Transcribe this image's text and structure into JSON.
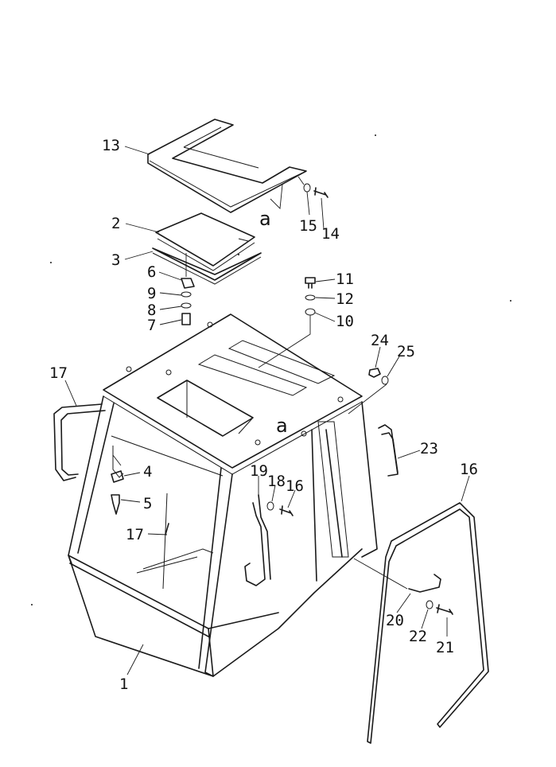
{
  "callouts": [
    {
      "id": "c13",
      "text": "13"
    },
    {
      "id": "c2",
      "text": "2"
    },
    {
      "id": "c3",
      "text": "3"
    },
    {
      "id": "c6",
      "text": "6"
    },
    {
      "id": "c9",
      "text": "9"
    },
    {
      "id": "c8",
      "text": "8"
    },
    {
      "id": "c7",
      "text": "7"
    },
    {
      "id": "c15",
      "text": "15"
    },
    {
      "id": "c14",
      "text": "14"
    },
    {
      "id": "c11",
      "text": "11"
    },
    {
      "id": "c12",
      "text": "12"
    },
    {
      "id": "c10",
      "text": "10"
    },
    {
      "id": "c24",
      "text": "24"
    },
    {
      "id": "c25",
      "text": "25"
    },
    {
      "id": "c17a",
      "text": "17"
    },
    {
      "id": "c23",
      "text": "23"
    },
    {
      "id": "c16a",
      "text": "16"
    },
    {
      "id": "c4",
      "text": "4"
    },
    {
      "id": "c5",
      "text": "5"
    },
    {
      "id": "c17b",
      "text": "17"
    },
    {
      "id": "c19",
      "text": "19"
    },
    {
      "id": "c18",
      "text": "18"
    },
    {
      "id": "c16b",
      "text": "16"
    },
    {
      "id": "c20",
      "text": "20"
    },
    {
      "id": "c22",
      "text": "22"
    },
    {
      "id": "c21",
      "text": "21"
    },
    {
      "id": "c1",
      "text": "1"
    }
  ],
  "view_refs": {
    "upper": "a",
    "lower": "a"
  }
}
